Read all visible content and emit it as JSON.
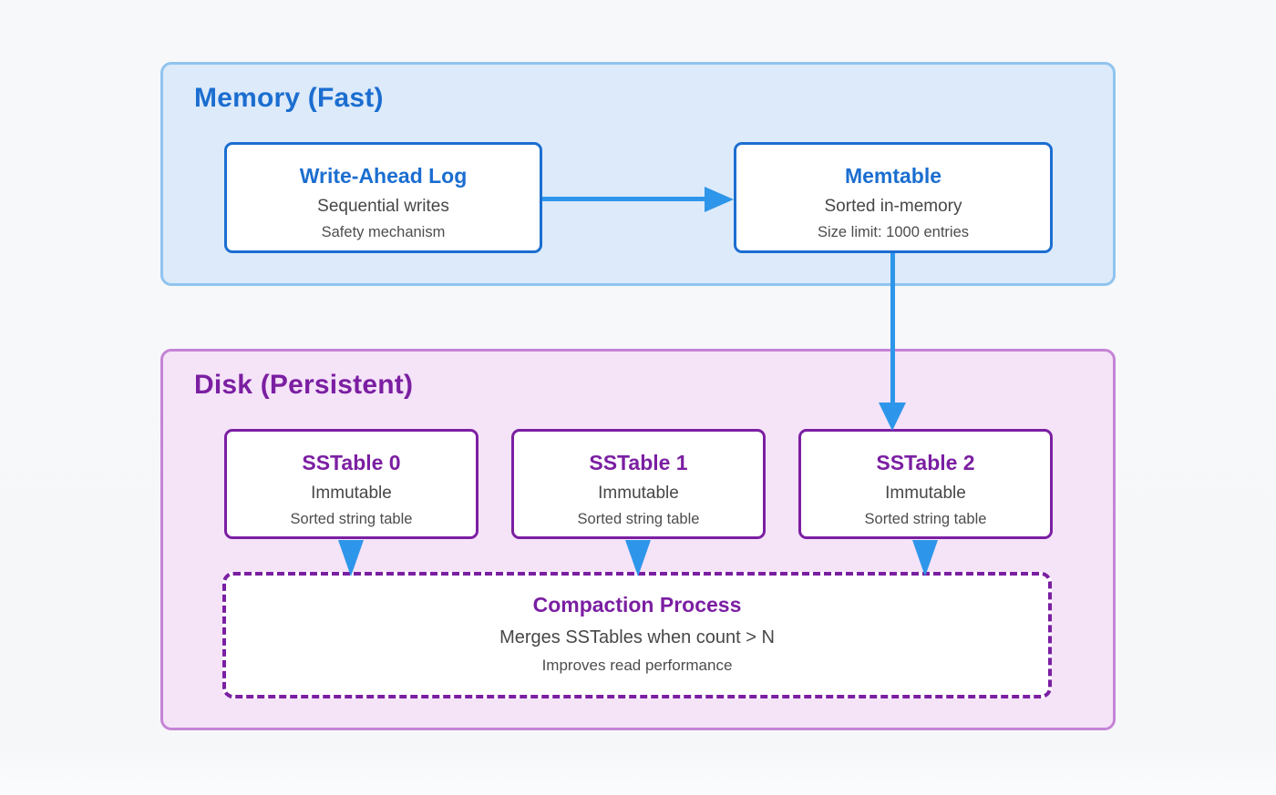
{
  "diagram": {
    "title_implied": "LSM tree write path: memory and disk components",
    "colors": {
      "page_background": "#f7f8fa",
      "memory_fill": "#dceafa",
      "memory_border": "#90c4ee",
      "blue_accent": "#1b6ed0",
      "arrow_blue": "#2e96ea",
      "disk_fill": "#f5e3f8",
      "disk_border": "#c584d6",
      "purple_accent": "#7b1fa2",
      "node_fill": "#ffffff",
      "subtext_gray": "#474747"
    },
    "sections": {
      "memory": {
        "title": "Memory (Fast)",
        "nodes": [
          {
            "id": "write-ahead-log",
            "title": "Write-Ahead Log",
            "line1": "Sequential writes",
            "line2": "Safety mechanism"
          },
          {
            "id": "memtable",
            "title": "Memtable",
            "line1": "Sorted in-memory",
            "line2": "Size limit: 1000 entries"
          }
        ]
      },
      "disk": {
        "title": "Disk (Persistent)",
        "nodes": [
          {
            "id": "sstable-0",
            "title": "SSTable 0",
            "line1": "Immutable",
            "line2": "Sorted string table"
          },
          {
            "id": "sstable-1",
            "title": "SSTable 1",
            "line1": "Immutable",
            "line2": "Sorted string table"
          },
          {
            "id": "sstable-2",
            "title": "SSTable 2",
            "line1": "Immutable",
            "line2": "Sorted string table"
          }
        ],
        "compaction": {
          "id": "compaction-process",
          "title": "Compaction Process",
          "line1": "Merges SSTables when count > N",
          "line2": "Improves read performance"
        }
      }
    },
    "edges": [
      {
        "from": "write-ahead-log",
        "to": "memtable"
      },
      {
        "from": "memtable",
        "to": "sstable-2"
      },
      {
        "from": "sstable-0",
        "to": "compaction-process"
      },
      {
        "from": "sstable-1",
        "to": "compaction-process"
      },
      {
        "from": "sstable-2",
        "to": "compaction-process"
      }
    ]
  }
}
